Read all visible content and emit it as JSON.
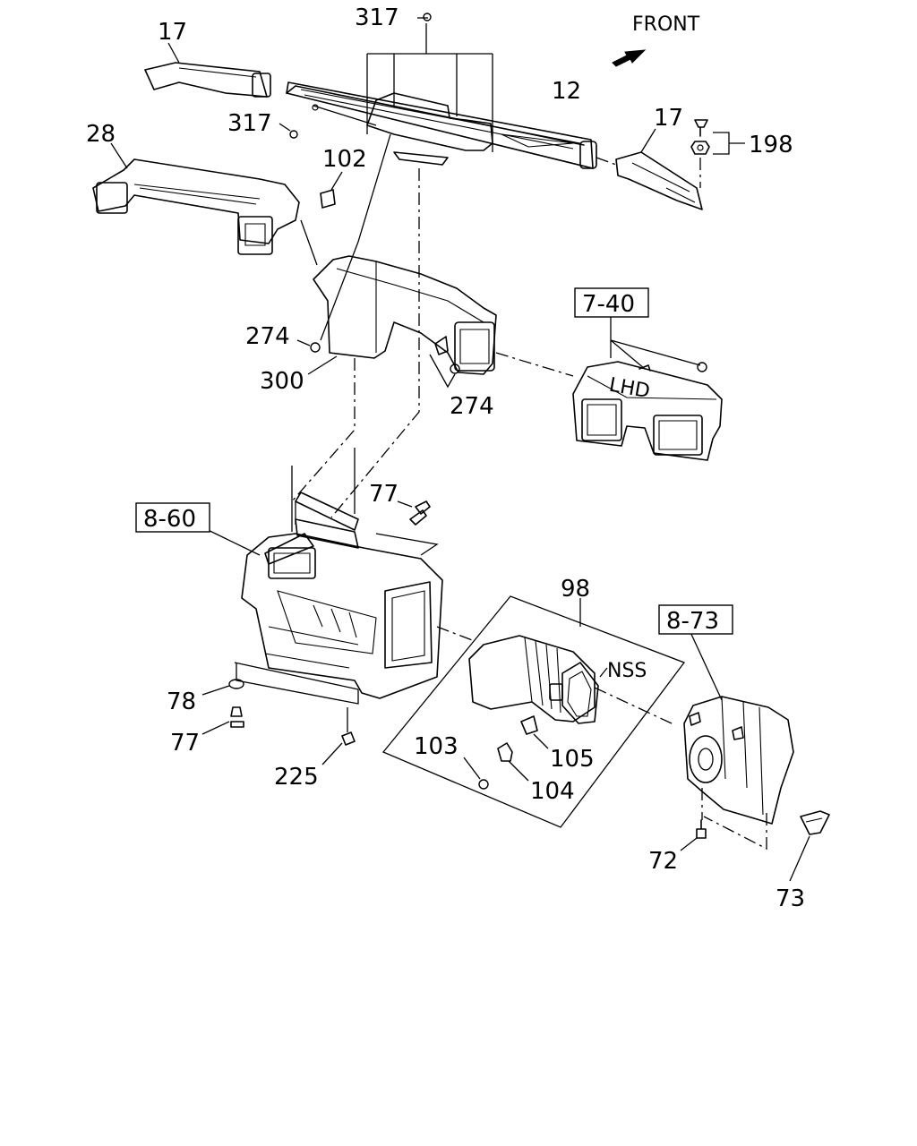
{
  "diagram": {
    "front_text": "FRONT",
    "duct_marking": "LHD",
    "nss_text": "NSS",
    "labels": {
      "p317_top": "317",
      "p17_left": "17",
      "p12": "12",
      "p17_right": "17",
      "p198": "198",
      "p317_left": "317",
      "p28": "28",
      "p102": "102",
      "ref_7_40": "7-40",
      "p274_left": "274",
      "p300": "300",
      "p274_right": "274",
      "ref_8_60": "8-60",
      "p77_top": "77",
      "p98": "98",
      "ref_8_73": "8-73",
      "p78": "78",
      "p77_bottom": "77",
      "p225": "225",
      "p103": "103",
      "p105": "105",
      "p104": "104",
      "p72": "72",
      "p73": "73"
    }
  }
}
